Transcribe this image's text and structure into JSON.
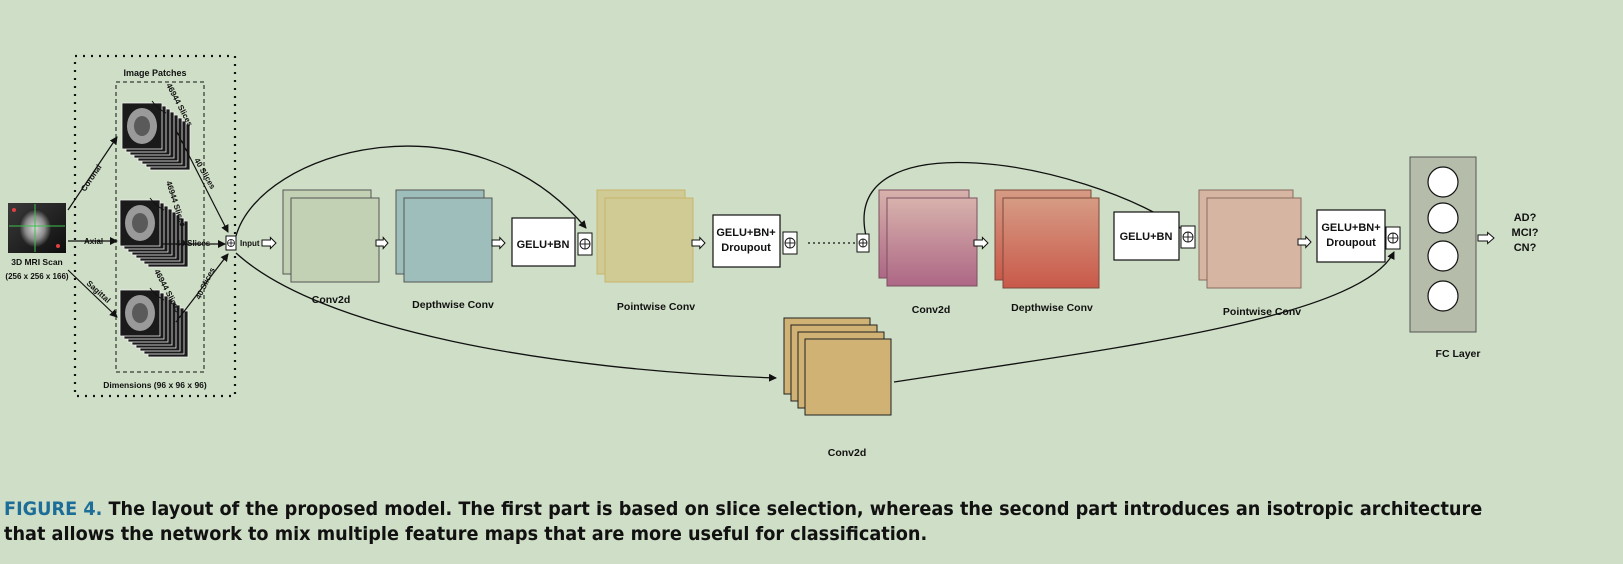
{
  "diagram": {
    "patch_section": {
      "title": "Image Patches",
      "dimensions": "Dimensions (96 x 96 x 96)",
      "scan_label": "3D MRI Scan",
      "scan_size": "(256 x 256 x 166)",
      "views": [
        "Coronal",
        "Axial",
        "Sagittal"
      ],
      "slices_label": "46944 Slices",
      "selected_label": "40 Slices",
      "input_label": "Input"
    },
    "blocks": {
      "conv2d": "Conv2d",
      "depthwise": "Depthwise Conv",
      "pointwise": "Pointwise Conv",
      "gelu_bn": "GELU+BN",
      "gelu_bn_drop_1": "GELU+BN+",
      "gelu_bn_drop_2": "Droupout",
      "fc": "FC Layer"
    },
    "outputs": [
      "AD?",
      "MCI?",
      "CN?"
    ],
    "colors": {
      "background": "#cfdec6",
      "conv2d_first": "#c2d0b4",
      "depthwise_first": "#9dbeba",
      "pointwise_first": "#d0cb95",
      "conv2d_second_top": "#d8b2ac",
      "conv2d_second_bottom": "#ad6785",
      "depthwise_second_top": "#d69b84",
      "depthwise_second_bottom": "#c9594a",
      "pointwise_second": "#d6b5a2",
      "skip_conv2d": "#d0b274",
      "fc_layer": "#b5bdaa",
      "caption_label": "#1c6d98"
    }
  },
  "caption": {
    "figure_label": "FIGURE 4.",
    "text_1": "The layout of the proposed model. The ",
    "bold_1": "first part",
    "text_2": " is based on slice selection, whereas the ",
    "bold_2": "second part",
    "text_3": " introduces an isotropic architecture that allows the network to mix multiple feature maps that are more useful for classification."
  }
}
